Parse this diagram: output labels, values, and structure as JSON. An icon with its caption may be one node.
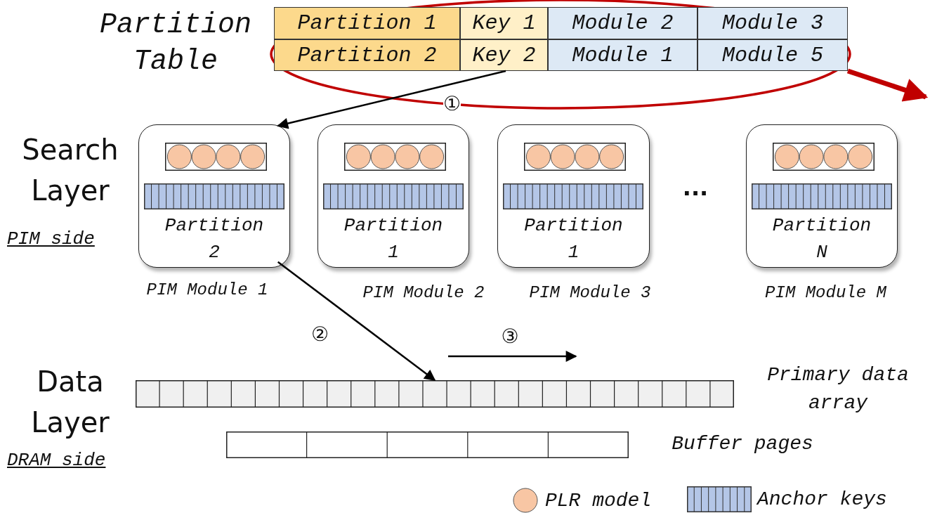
{
  "diagram": {
    "nodes": [
      {
        "text": [
          "Partition Table"
        ]
      },
      {
        "text": [
          "Partition 1"
        ],
        "in": 0
      },
      {
        "text": [
          "Key 1"
        ],
        "in": 0
      },
      {
        "text": [
          "Module 2"
        ],
        "in": 0
      },
      {
        "text": [
          "Module 3"
        ],
        "in": 0
      },
      {
        "text": [
          "Partition 2"
        ],
        "in": 0
      },
      {
        "text": [
          "Key 2"
        ],
        "in": 0
      },
      {
        "text": [
          "Module 1"
        ],
        "in": 0
      },
      {
        "text": [
          "Module 5"
        ],
        "in": 0
      },
      {
        "text": [
          "Partition 2"
        ],
        "beside": [
          "PIM Module 1"
        ]
      },
      {
        "text": [
          "Partition 1"
        ],
        "beside": [
          "PIM Module 2"
        ]
      },
      {
        "text": [
          "Partition 1"
        ],
        "beside": [
          "PIM Module 3"
        ]
      },
      {
        "text": [
          "Partition N"
        ],
        "beside": [
          "PIM Module M"
        ]
      },
      {
        "text": [],
        "shape": "bar",
        "beside": [
          "Primary data array"
        ]
      },
      {
        "text": [],
        "shape": "bar",
        "beside": [
          "Buffer pages"
        ]
      }
    ],
    "edges": [
      {
        "from": 6,
        "to": 9,
        "arrow": "to",
        "label": "①"
      },
      {
        "from": 9,
        "to": 13,
        "arrow": "to",
        "label": "②"
      },
      {
        "from": 0,
        "to": null,
        "arrow": "to",
        "style": "thick",
        "color": "#c00000"
      }
    ],
    "labels": [
      "Search Layer",
      "PIM side",
      "...",
      "③",
      "Data Layer",
      "DRAM side"
    ],
    "legend": [
      {
        "text": "PLR model"
      },
      {
        "text": "Anchor keys"
      }
    ]
  }
}
